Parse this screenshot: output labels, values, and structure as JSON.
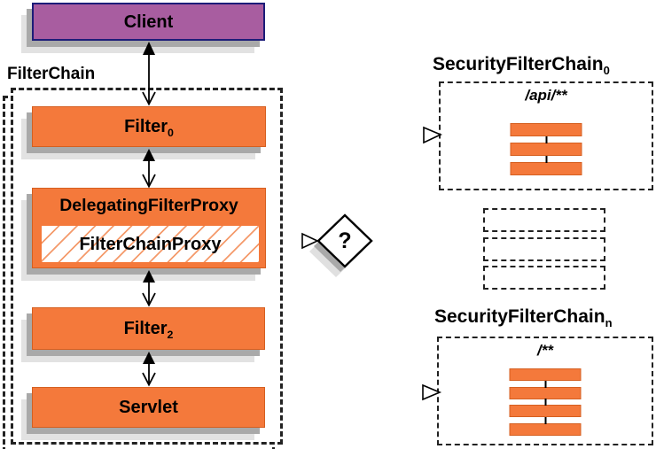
{
  "client": {
    "label": "Client"
  },
  "filter_chain": {
    "title": "FilterChain",
    "filter0": {
      "name": "Filter",
      "sub": "0"
    },
    "delegating_filter_proxy": {
      "label": "DelegatingFilterProxy"
    },
    "filter_chain_proxy": {
      "label": "FilterChainProxy"
    },
    "filter2": {
      "name": "Filter",
      "sub": "2"
    },
    "servlet": {
      "label": "Servlet"
    }
  },
  "decision": {
    "label": "?"
  },
  "security_filter_chains": {
    "chain0": {
      "title": "SecurityFilterChain",
      "sub": "0",
      "url_pattern": "/api/**",
      "filter_count": 3
    },
    "chain_n": {
      "title": "SecurityFilterChain",
      "sub": "n",
      "url_pattern": "/**",
      "filter_count": 4
    },
    "ellipsis_count": 3
  },
  "colors": {
    "box_orange": "#f4793b",
    "box_orange_border": "#d55f20",
    "client_purple": "#a85da0",
    "client_border_navy": "#1c1c78",
    "shadow_dark": "#a9a9a9",
    "shadow_light": "#e2e2e2",
    "hatch_orange": "#f49a6b",
    "line_black": "#000000"
  }
}
